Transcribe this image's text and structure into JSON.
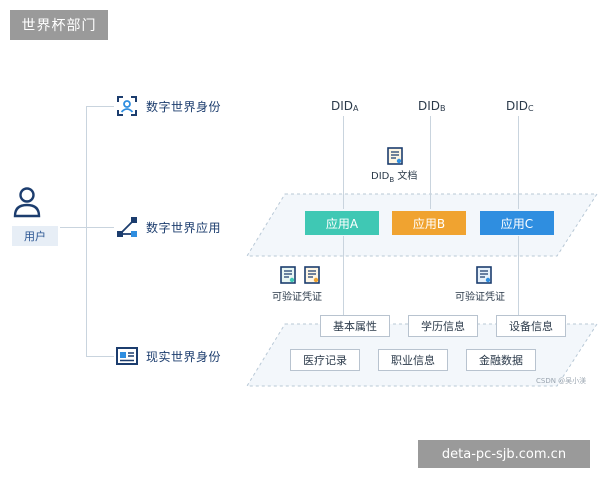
{
  "header": {
    "title": "世界杯部门"
  },
  "user": {
    "label": "用户"
  },
  "rows": {
    "digital_identity": "数字世界身份",
    "digital_app": "数字世界应用",
    "real_identity": "现实世界身份"
  },
  "dids": [
    {
      "main": "DID",
      "sub": "A"
    },
    {
      "main": "DID",
      "sub": "B"
    },
    {
      "main": "DID",
      "sub": "C"
    }
  ],
  "did_doc": {
    "main": "DID",
    "sub": "B",
    "suffix": " 文档"
  },
  "apps": [
    {
      "label": "应用A",
      "color": "#3fc8b4"
    },
    {
      "label": "应用B",
      "color": "#f0a330"
    },
    {
      "label": "应用C",
      "color": "#2f8ee0"
    }
  ],
  "credentials": {
    "left": "可验证凭证",
    "right": "可验证凭证"
  },
  "info_row1": [
    "基本属性",
    "学历信息",
    "设备信息"
  ],
  "info_row2": [
    "医疗记录",
    "职业信息",
    "金融数据"
  ],
  "watermark": {
    "csdn": "CSDN @吴小渼",
    "site": "deta-pc-sjb.com.cn"
  },
  "colors": {
    "primary": "#1c3d6e",
    "line": "#c9d4de",
    "plane_border": "#b8c8d6"
  }
}
